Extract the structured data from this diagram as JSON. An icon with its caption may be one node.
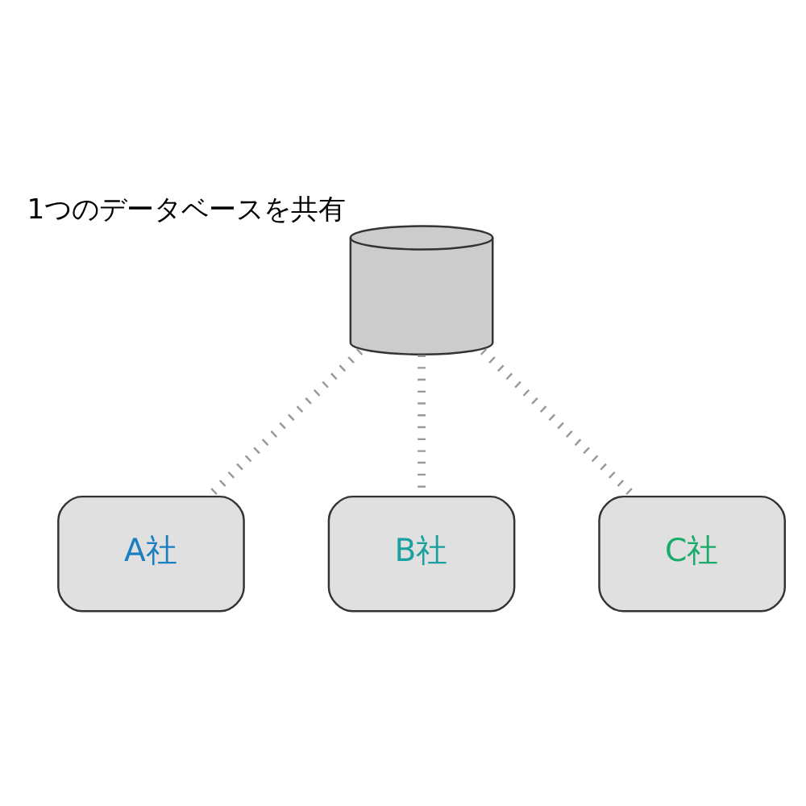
{
  "diagram": {
    "nodes": [
      {
        "text": [],
        "shape": "cylinder",
        "beside": [
          "1つのデータベースを共有"
        ]
      },
      {
        "text": [
          "A社"
        ]
      },
      {
        "text": [
          "B社"
        ]
      },
      {
        "text": [
          "C社"
        ]
      }
    ],
    "edges": [
      {
        "from": 0,
        "to": 1,
        "arrow": "none",
        "style": "dashed"
      },
      {
        "from": 0,
        "to": 2,
        "arrow": "none",
        "style": "dashed"
      },
      {
        "from": 0,
        "to": 3,
        "arrow": "none",
        "style": "dashed"
      }
    ]
  }
}
